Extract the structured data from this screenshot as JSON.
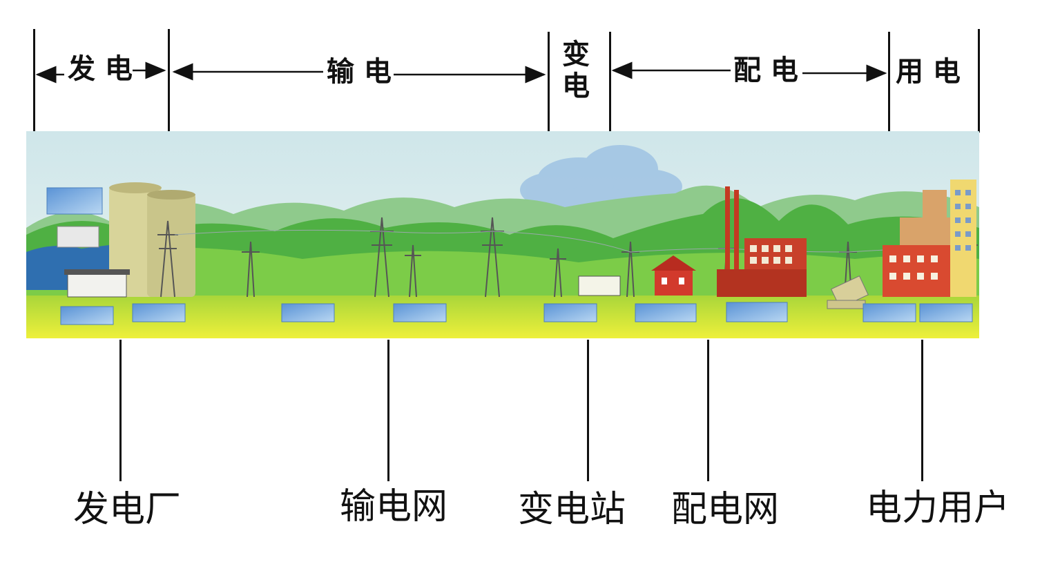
{
  "stages": {
    "generation": "发 电",
    "transmission": "输 电",
    "substation": "变电",
    "distribution": "配 电",
    "consumption": "用 电"
  },
  "components": {
    "power_plant": "发电厂",
    "transmission_grid": "输电网",
    "substation": "变电站",
    "distribution_grid": "配电网",
    "power_users": "电力用户"
  },
  "colors": {
    "sky": "#d9ecee",
    "hill_dark": "#2e9a3a",
    "hill_light": "#6cc24a",
    "ground": "#c8dc2a",
    "ground_light": "#e6ee3a",
    "placeholder": "#7fb3e6",
    "cooling_tower": "#d9d6a0",
    "factory": "#c43a22",
    "building": "#f0d870"
  }
}
